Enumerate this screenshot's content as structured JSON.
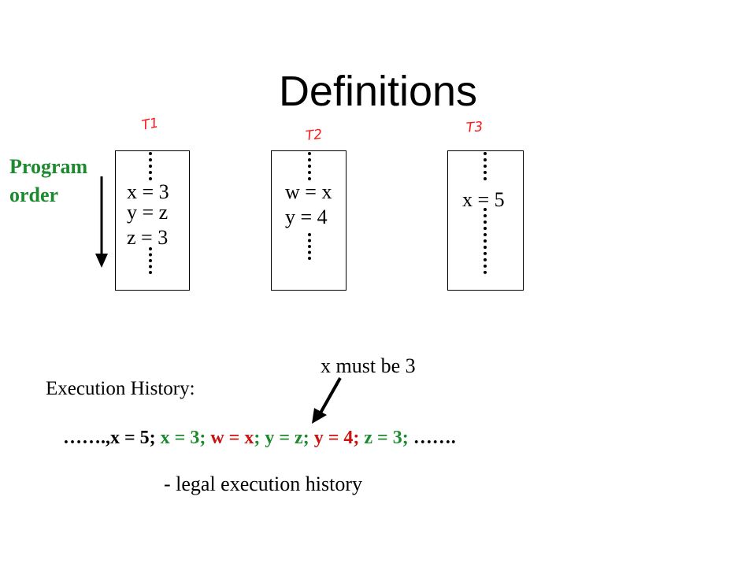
{
  "title": "Definitions",
  "program_order_label": "Program\norder",
  "threads": [
    {
      "tag": "T1",
      "ops": [
        "x = 3",
        "y = z",
        "z = 3"
      ]
    },
    {
      "tag": "T2",
      "ops": [
        "w = x",
        "y = 4"
      ]
    },
    {
      "tag": "T3",
      "ops": [
        "x = 5"
      ]
    }
  ],
  "annotation": "x must be 3",
  "history_label": "Execution History:",
  "history": [
    {
      "text": "…….,x = 5; ",
      "color": "#000000"
    },
    {
      "text": "x = 3; ",
      "color": "#1d8a2f"
    },
    {
      "text": "w = x",
      "color": "#cc1111"
    },
    {
      "text": "; ",
      "color": "#1d8a2f"
    },
    {
      "text": "y = z; ",
      "color": "#1d8a2f"
    },
    {
      "text": "y = 4; ",
      "color": "#cc1111"
    },
    {
      "text": "z = 3; ",
      "color": "#1d8a2f"
    },
    {
      "text": "…….",
      "color": "#000000"
    }
  ],
  "legal_note": "- legal execution history"
}
